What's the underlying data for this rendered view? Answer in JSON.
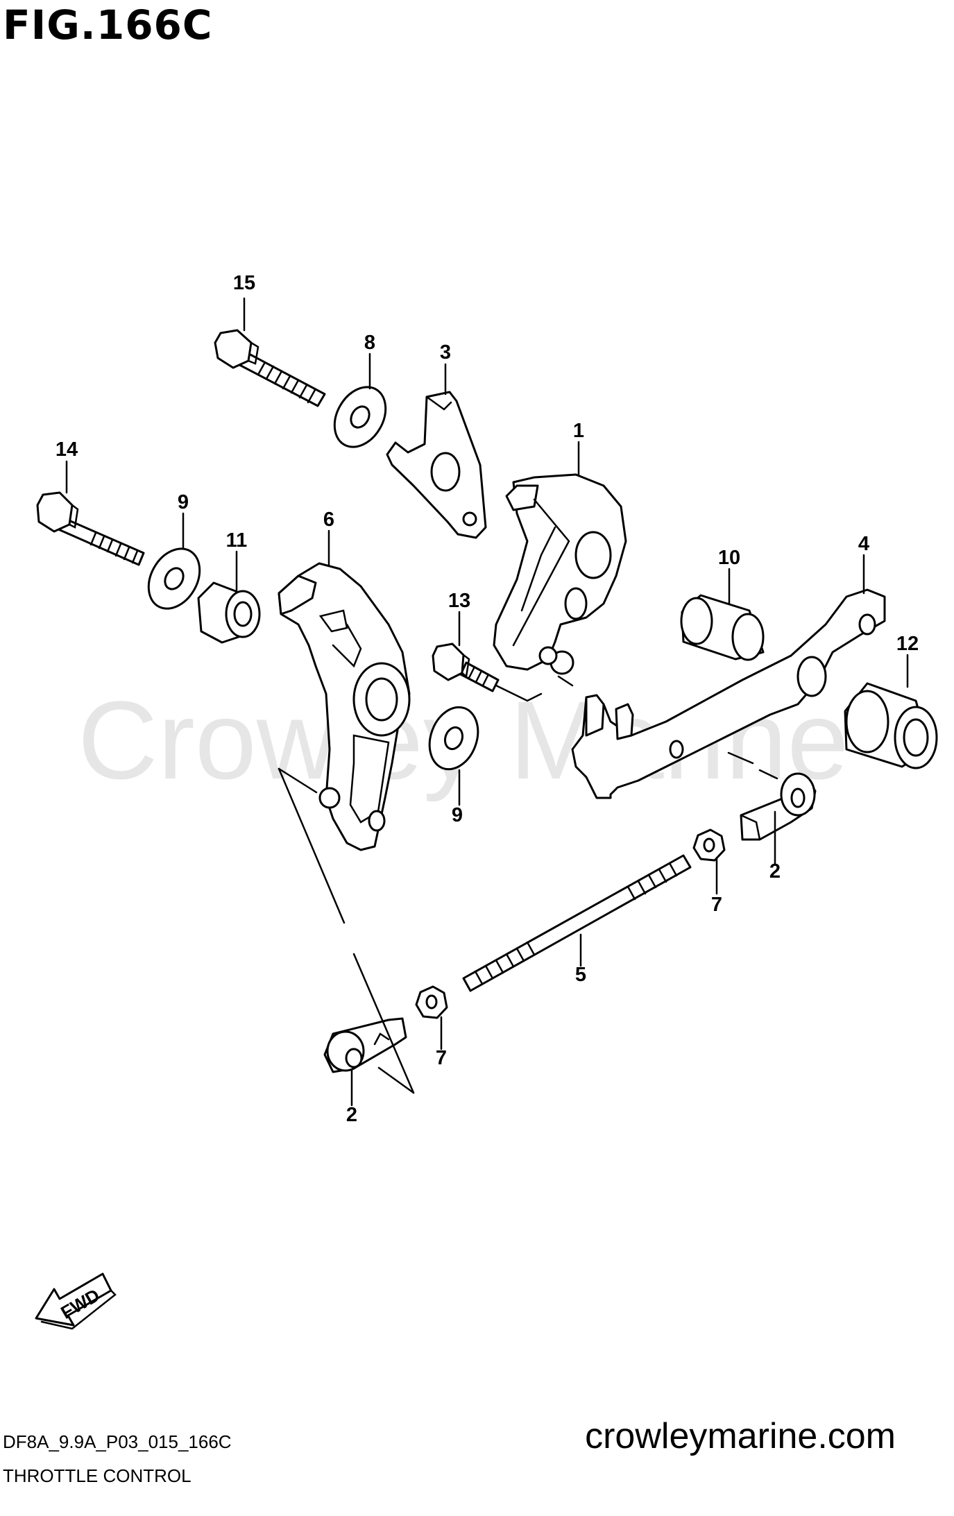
{
  "figure": {
    "title": "FIG.166C",
    "code": "DF8A_9.9A_P03_015_166C",
    "caption": "THROTTLE CONTROL",
    "watermark": "Crowley Marine",
    "website": "crowleymarine.com",
    "fwd_label": "FWD"
  },
  "callouts": [
    {
      "id": "callout-15",
      "label": "15"
    },
    {
      "id": "callout-8",
      "label": "8"
    },
    {
      "id": "callout-3",
      "label": "3"
    },
    {
      "id": "callout-1",
      "label": "1"
    },
    {
      "id": "callout-14",
      "label": "14"
    },
    {
      "id": "callout-9-upper",
      "label": "9"
    },
    {
      "id": "callout-11",
      "label": "11"
    },
    {
      "id": "callout-6",
      "label": "6"
    },
    {
      "id": "callout-10",
      "label": "10"
    },
    {
      "id": "callout-4",
      "label": "4"
    },
    {
      "id": "callout-13",
      "label": "13"
    },
    {
      "id": "callout-12",
      "label": "12"
    },
    {
      "id": "callout-9-lower",
      "label": "9"
    },
    {
      "id": "callout-2-right",
      "label": "2"
    },
    {
      "id": "callout-7-right",
      "label": "7"
    },
    {
      "id": "callout-5",
      "label": "5"
    },
    {
      "id": "callout-7-left",
      "label": "7"
    },
    {
      "id": "callout-2-left",
      "label": "2"
    }
  ],
  "colors": {
    "line": "#000000",
    "background": "#ffffff",
    "watermark": "#e6e6e6"
  }
}
